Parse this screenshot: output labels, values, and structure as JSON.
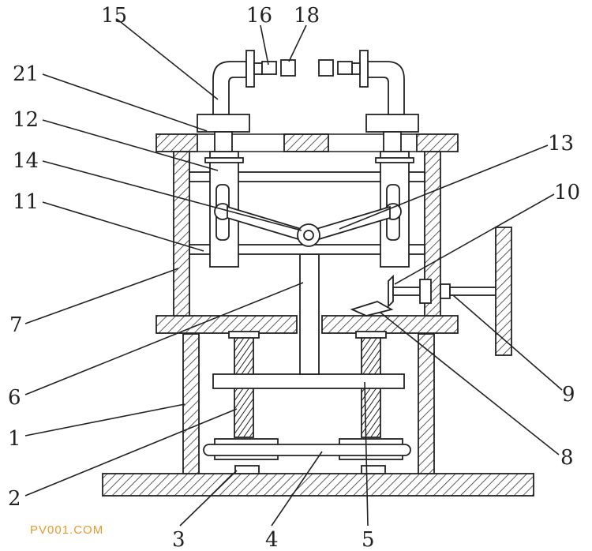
{
  "labels": {
    "n15": "15",
    "n16": "16",
    "n18": "18",
    "n21": "21",
    "n12": "12",
    "n14": "14",
    "n11": "11",
    "n13": "13",
    "n10": "10",
    "n7": "7",
    "n6": "6",
    "n1": "1",
    "n2": "2",
    "n3": "3",
    "n4": "4",
    "n5": "5",
    "n8": "8",
    "n9": "9"
  },
  "watermark": "PV001.COM",
  "colors": {
    "line": "#222222",
    "hatch": "#333333",
    "watermark": "#e69a2e",
    "background": "#ffffff"
  }
}
